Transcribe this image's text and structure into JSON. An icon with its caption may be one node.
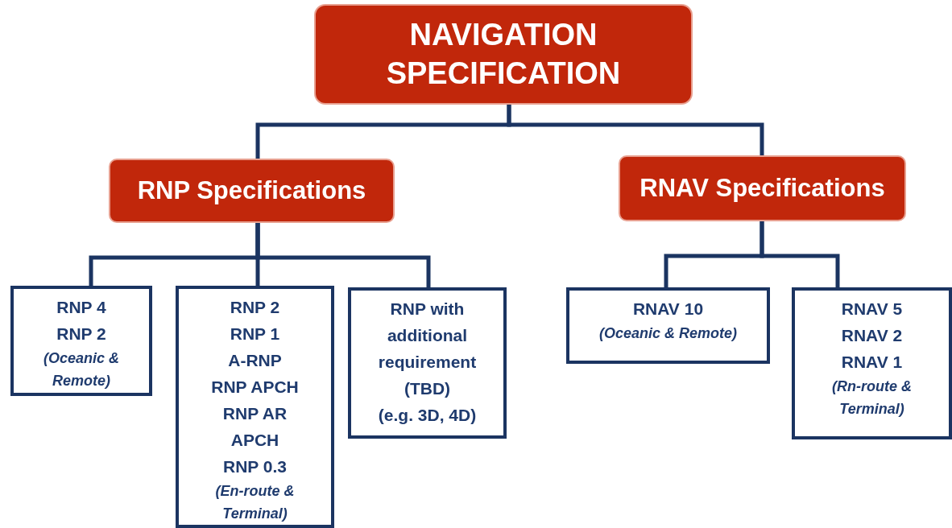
{
  "diagram": {
    "nodes": [
      {
        "text": [
          "NAVIGATION SPECIFICATION"
        ]
      },
      {
        "text": [
          "RNP Specifications"
        ]
      },
      {
        "text": [
          "RNAV Specifications"
        ]
      },
      {
        "text": [
          "RNP 4",
          "RNP 2",
          "(Oceanic & Remote)"
        ]
      },
      {
        "text": [
          "RNP 2",
          "RNP 1",
          "A-RNP",
          "RNP APCH",
          "RNP AR",
          "APCH",
          "RNP 0.3",
          "(En-route & Terminal)"
        ]
      },
      {
        "text": [
          "RNP with additional requirement (TBD)",
          "(e.g. 3D, 4D)"
        ]
      },
      {
        "text": [
          "RNAV 10",
          "(Oceanic & Remote)"
        ]
      },
      {
        "text": [
          "RNAV 5",
          "RNAV 2",
          "RNAV 1",
          "(Rn-route & Terminal)"
        ]
      }
    ],
    "edges": [
      {
        "from": 0,
        "to": 1,
        "arrow": "none"
      },
      {
        "from": 0,
        "to": 2,
        "arrow": "none"
      },
      {
        "from": 1,
        "to": 3,
        "arrow": "none"
      },
      {
        "from": 1,
        "to": 4,
        "arrow": "none"
      },
      {
        "from": 1,
        "to": 5,
        "arrow": "none"
      },
      {
        "from": 2,
        "to": 6,
        "arrow": "none"
      },
      {
        "from": 2,
        "to": 7,
        "arrow": "none"
      }
    ]
  }
}
